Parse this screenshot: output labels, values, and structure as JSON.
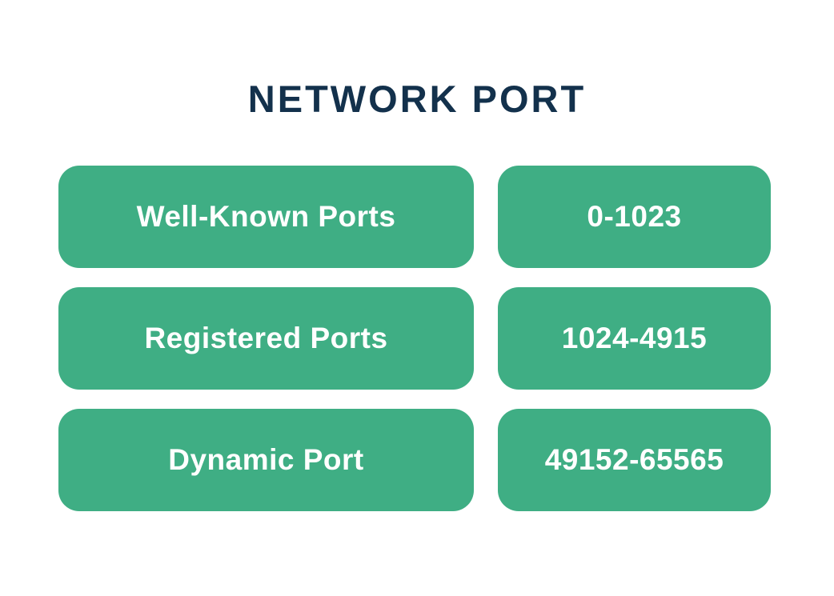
{
  "title": "NETWORK PORT",
  "colors": {
    "background": "#ffffff",
    "box_fill": "#3fae84",
    "box_text": "#ffffff",
    "title_text": "#13314c"
  },
  "rows": [
    {
      "label": "Well-Known Ports",
      "range": "0-1023"
    },
    {
      "label": "Registered Ports",
      "range": "1024-4915"
    },
    {
      "label": "Dynamic Port",
      "range": "49152-65565"
    }
  ]
}
